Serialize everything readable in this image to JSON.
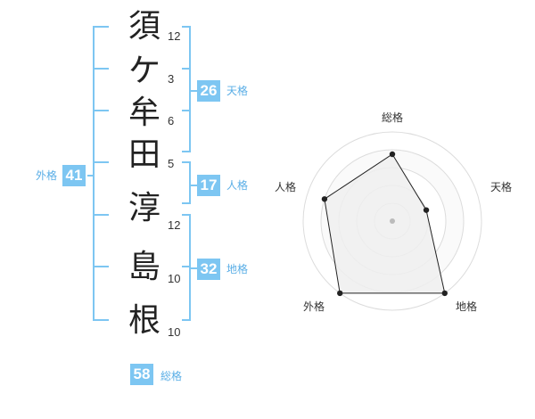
{
  "name": {
    "characters": [
      {
        "char": "須",
        "strokes": "12"
      },
      {
        "char": "ケ",
        "strokes": "3"
      },
      {
        "char": "牟",
        "strokes": "6"
      },
      {
        "char": "田",
        "strokes": "5"
      },
      {
        "char": "淳",
        "strokes": "12"
      },
      {
        "char": "島",
        "strokes": "10"
      },
      {
        "char": "根",
        "strokes": "10"
      }
    ]
  },
  "fortune": {
    "tenkaku": {
      "value": "26",
      "label": "天格"
    },
    "jinkaku": {
      "value": "17",
      "label": "人格"
    },
    "chikaku": {
      "value": "32",
      "label": "地格"
    },
    "gaikaku": {
      "value": "41",
      "label": "外格"
    },
    "soukaku": {
      "value": "58",
      "label": "総格"
    }
  },
  "colors": {
    "accent": "#7dc6f2",
    "accent_text": "#5aaee6",
    "radar_fill": "#eeeeee",
    "radar_line": "#222222"
  },
  "radar": {
    "axes": [
      "総格",
      "天格",
      "地格",
      "外格",
      "人格"
    ],
    "scores": [
      0.75,
      0.4,
      1.0,
      1.0,
      0.8
    ],
    "rings": 5
  }
}
